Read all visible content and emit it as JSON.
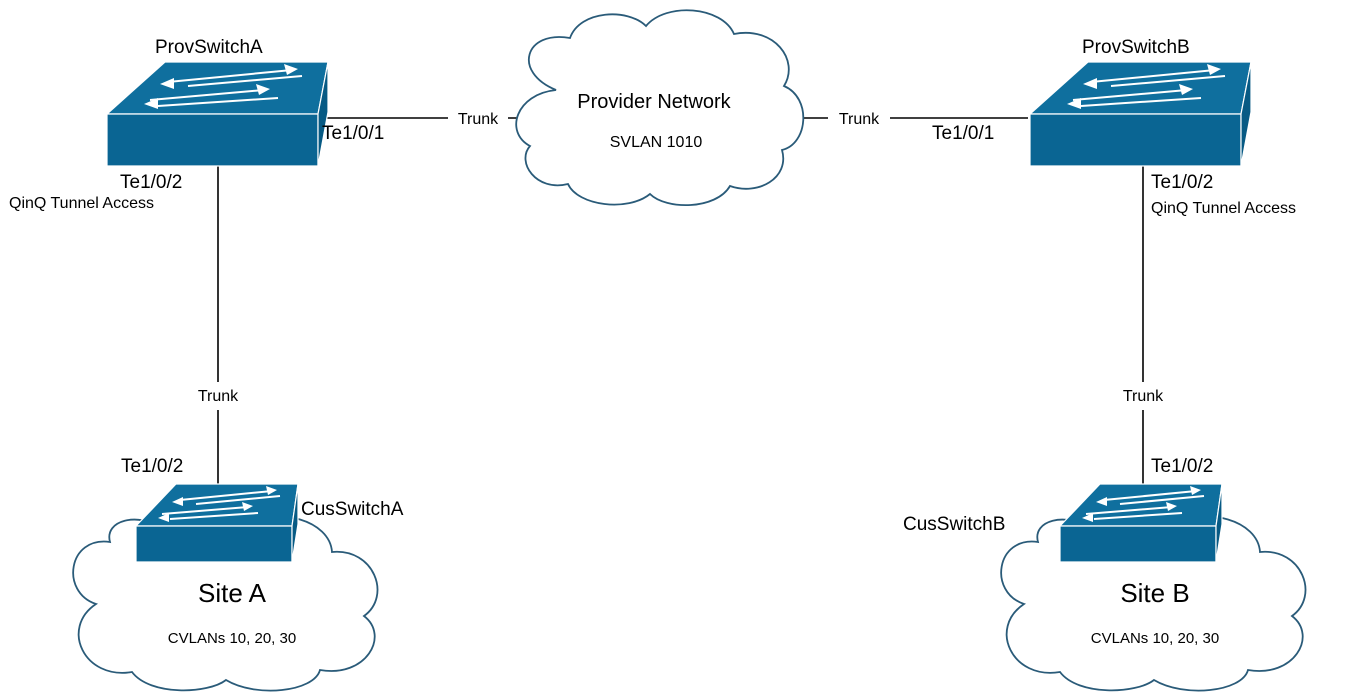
{
  "devices": {
    "prov_a": {
      "name": "ProvSwitchA",
      "uplink_port": "Te1/0/1",
      "access_port": "Te1/0/2",
      "access_mode": "QinQ Tunnel Access"
    },
    "prov_b": {
      "name": "ProvSwitchB",
      "uplink_port": "Te1/0/1",
      "access_port": "Te1/0/2",
      "access_mode": "QinQ Tunnel Access"
    },
    "cus_a": {
      "name": "CusSwitchA",
      "port": "Te1/0/2"
    },
    "cus_b": {
      "name": "CusSwitchB",
      "port": "Te1/0/2"
    }
  },
  "provider_cloud": {
    "title": "Provider Network",
    "subtitle": "SVLAN 1010"
  },
  "sites": {
    "a": {
      "title": "Site A",
      "vlans": "CVLANs 10, 20, 30"
    },
    "b": {
      "title": "Site B",
      "vlans": "CVLANs 10, 20, 30"
    }
  },
  "links": {
    "prova_provider": "Trunk",
    "provider_provb": "Trunk",
    "prova_cusa": "Trunk",
    "provb_cusb": "Trunk"
  },
  "colors": {
    "switch_blue": "#0a6593",
    "cloud_outline": "#2a5b79",
    "line": "#000000"
  }
}
